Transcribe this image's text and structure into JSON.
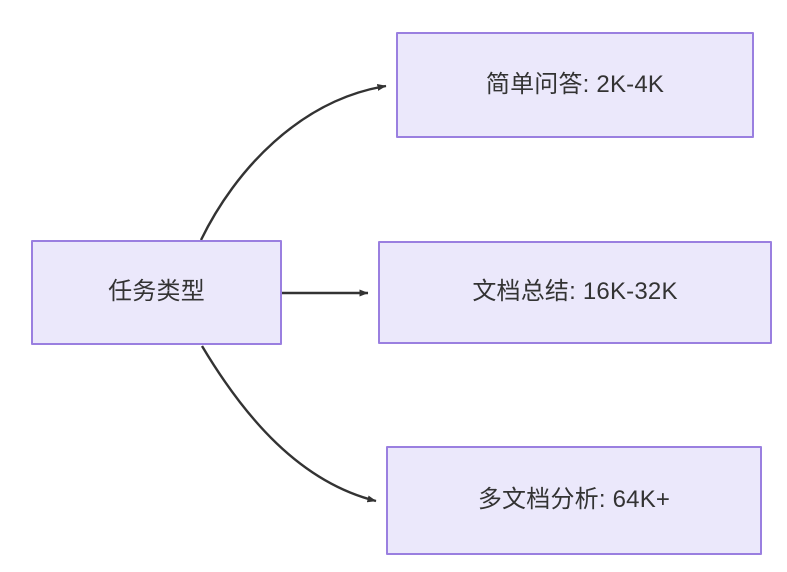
{
  "diagram": {
    "title": "任务类型",
    "type": "flowchart",
    "direction": "left-to-right",
    "background_color": "#ffffff",
    "node_fill_color": "#ebe8fb",
    "node_border_color": "#9a7fe0",
    "node_text_color": "#333333",
    "edge_color": "#333333",
    "nodes": [
      {
        "id": "root",
        "label": "任务类型",
        "role": "root"
      },
      {
        "id": "simple-qa",
        "label": "简单问答: 2K-4K",
        "role": "leaf"
      },
      {
        "id": "doc-summary",
        "label": "文档总结: 16K-32K",
        "role": "leaf"
      },
      {
        "id": "multi-doc",
        "label": "多文档分析: 64K+",
        "role": "leaf"
      }
    ],
    "edges": [
      {
        "id": "edge-root-simple-qa",
        "from": "root",
        "to": "simple-qa",
        "label": "",
        "style": "curved",
        "arrow": "arrow-head-icon"
      },
      {
        "id": "edge-root-doc-summary",
        "from": "root",
        "to": "doc-summary",
        "label": "",
        "style": "straight",
        "arrow": "arrow-head-icon"
      },
      {
        "id": "edge-root-multi-doc",
        "from": "root",
        "to": "multi-doc",
        "label": "",
        "style": "curved",
        "arrow": "arrow-head-icon"
      }
    ]
  }
}
